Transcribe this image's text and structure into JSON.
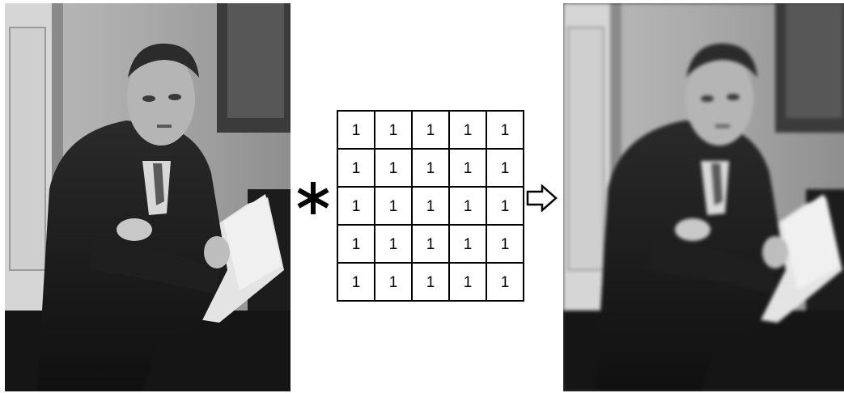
{
  "diagram": {
    "operator_symbol": "*",
    "input_image": {
      "icon": "portrait-photo",
      "tone": "grayscale"
    },
    "output_image": {
      "icon": "portrait-photo",
      "tone": "grayscale-blurred"
    },
    "arrow_icon": "outline-right-arrow",
    "kernel": {
      "rows": [
        [
          "1",
          "1",
          "1",
          "1",
          "1"
        ],
        [
          "1",
          "1",
          "1",
          "1",
          "1"
        ],
        [
          "1",
          "1",
          "1",
          "1",
          "1"
        ],
        [
          "1",
          "1",
          "1",
          "1",
          "1"
        ],
        [
          "1",
          "1",
          "1",
          "1",
          "1"
        ]
      ]
    }
  }
}
